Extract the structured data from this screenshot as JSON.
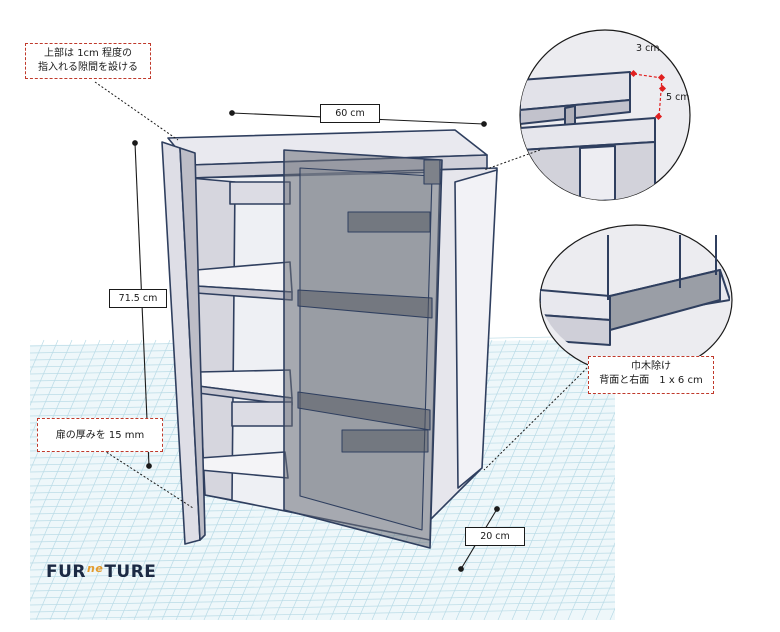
{
  "notes": {
    "top_gap": [
      "上部は 1cm 程度の",
      "指入れる隙間を設ける"
    ],
    "door_thickness": "扉の厚みを 15 mm",
    "baseboard": [
      "巾木除け",
      "背面と右面　1 x 6 cm"
    ]
  },
  "dimensions": {
    "width": "60 cm",
    "height": "71.5 cm",
    "depth": "20 cm",
    "detail_width": "3 cm",
    "detail_height": "5 cm"
  },
  "logo": {
    "part1": "FUR",
    "part2": "ne",
    "part3": "TURE"
  },
  "colors": {
    "grid_line": "#b9dbe6",
    "panel_light": "#eeeef2",
    "panel_mid": "#d4d4dc",
    "panel_dark": "#a9a9b3",
    "edge": "#2f3f5f",
    "door_glass": "#6c7078",
    "note_border": "#c0392b",
    "detail_red": "#e02020"
  }
}
